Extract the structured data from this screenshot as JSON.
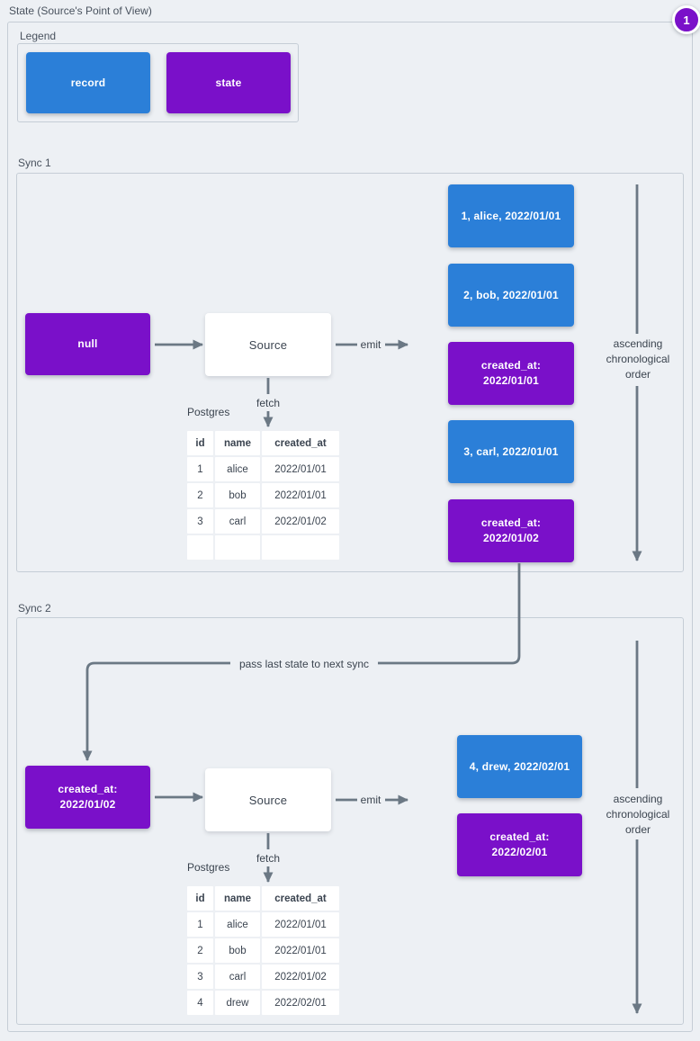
{
  "title": "State (Source's Point of View)",
  "badge": {
    "label": "1"
  },
  "legend": {
    "title": "Legend",
    "record_label": "record",
    "state_label": "state"
  },
  "labels": {
    "postgres": "Postgres",
    "fetch": "fetch",
    "emit": "emit",
    "ascending_order": "ascending\nchronological\norder",
    "pass_state": "pass last state to next sync"
  },
  "colors": {
    "record_blue": "#2B7FD8",
    "state_purple": "#7A10C9",
    "line_gray": "#6B7884",
    "background": "#EDF0F4"
  },
  "sync1": {
    "title": "Sync 1",
    "input_state": "null",
    "source_label": "Source",
    "emitted": [
      {
        "kind": "record",
        "text": "1, alice, 2022/01/01"
      },
      {
        "kind": "record",
        "text": "2, bob, 2022/01/01"
      },
      {
        "kind": "state",
        "text": "created_at:\n2022/01/01"
      },
      {
        "kind": "record",
        "text": "3, carl, 2022/01/01"
      },
      {
        "kind": "state",
        "text": "created_at:\n2022/01/02"
      }
    ],
    "table": {
      "headers": {
        "id": "id",
        "name": "name",
        "created_at": "created_at"
      },
      "rows": [
        {
          "id": "1",
          "name": "alice",
          "created_at": "2022/01/01"
        },
        {
          "id": "2",
          "name": "bob",
          "created_at": "2022/01/01"
        },
        {
          "id": "3",
          "name": "carl",
          "created_at": "2022/01/02"
        },
        {
          "id": "",
          "name": "",
          "created_at": ""
        }
      ]
    }
  },
  "sync2": {
    "title": "Sync 2",
    "input_state": "created_at:\n2022/01/02",
    "source_label": "Source",
    "emitted": [
      {
        "kind": "record",
        "text": "4, drew, 2022/02/01"
      },
      {
        "kind": "state",
        "text": "created_at:\n2022/02/01"
      }
    ],
    "table": {
      "headers": {
        "id": "id",
        "name": "name",
        "created_at": "created_at"
      },
      "rows": [
        {
          "id": "1",
          "name": "alice",
          "created_at": "2022/01/01"
        },
        {
          "id": "2",
          "name": "bob",
          "created_at": "2022/01/01"
        },
        {
          "id": "3",
          "name": "carl",
          "created_at": "2022/01/02"
        },
        {
          "id": "4",
          "name": "drew",
          "created_at": "2022/02/01"
        }
      ]
    }
  }
}
